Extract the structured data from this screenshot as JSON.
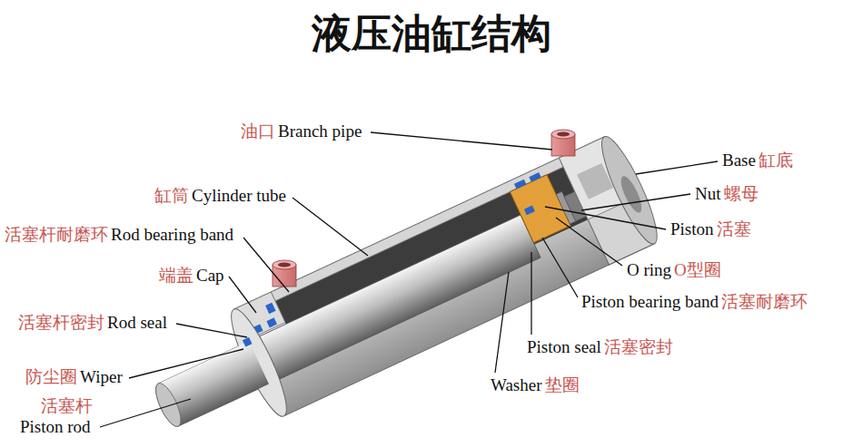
{
  "diagram": {
    "title": "液压油缸结构",
    "labels": [
      "油口",
      "Branch pipe",
      "缸筒",
      "Cylinder tube",
      "活塞杆耐磨环",
      "Rod bearing band",
      "端盖",
      "Cap",
      "活塞杆密封",
      "Rod seal",
      "防尘圈",
      "Wiper",
      "活塞杆",
      "Piston rod",
      "Base",
      "缸底",
      "Nut",
      "螺母",
      "Piston",
      "活塞",
      "O ring",
      "O型圈",
      "Piston bearing band",
      "活塞耐磨环",
      "Piston seal",
      "活塞密封",
      "Washer",
      "垫圈"
    ]
  }
}
